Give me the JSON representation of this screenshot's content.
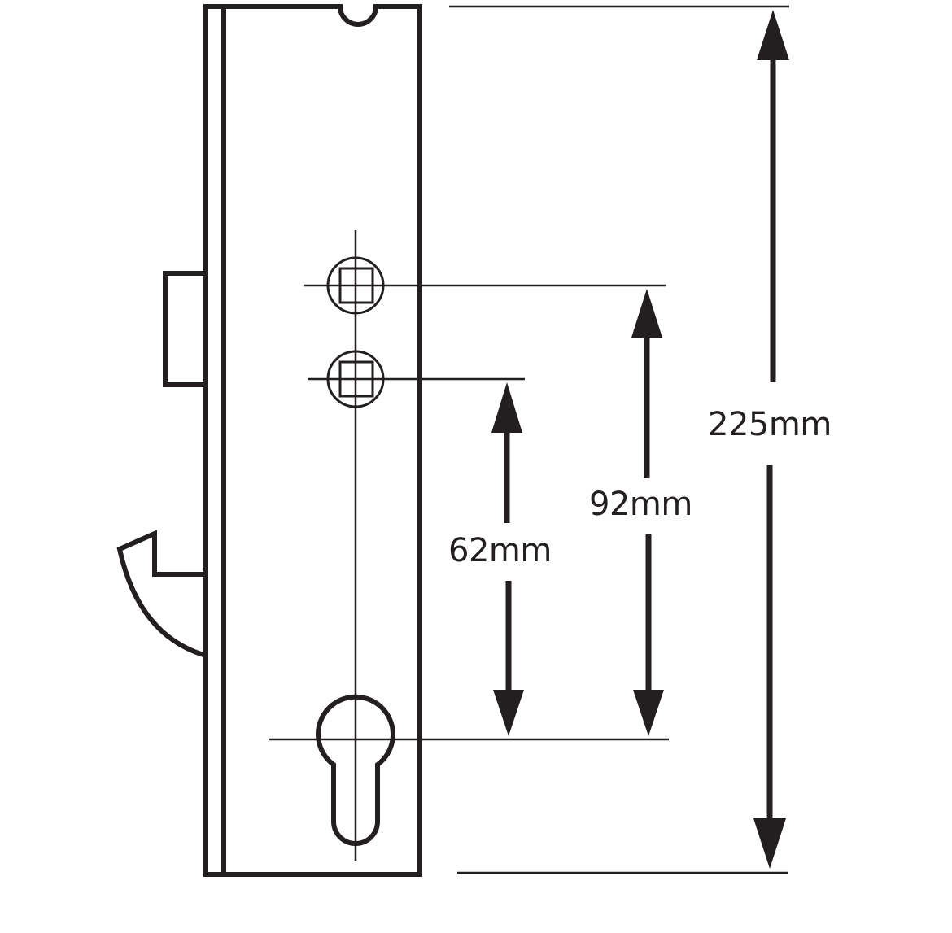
{
  "diagram": {
    "subject": "Multipoint lock case (mortice lock body) with dimensions",
    "stroke_color": "#231f20",
    "background": "#ffffff",
    "dimensions": {
      "overall_height": {
        "label": "225mm",
        "value_mm": 225
      },
      "spindle_to_cylinder_upper": {
        "label": "92mm",
        "value_mm": 92
      },
      "spindle_to_cylinder_lower": {
        "label": "62mm",
        "value_mm": 62
      }
    },
    "components": [
      "faceplate",
      "lock-case-body",
      "top-notch",
      "deadbolt",
      "hook-latch",
      "spindle-hole-upper (92mm centre)",
      "spindle-hole-lower (62mm centre)",
      "euro-cylinder-cutout"
    ]
  }
}
